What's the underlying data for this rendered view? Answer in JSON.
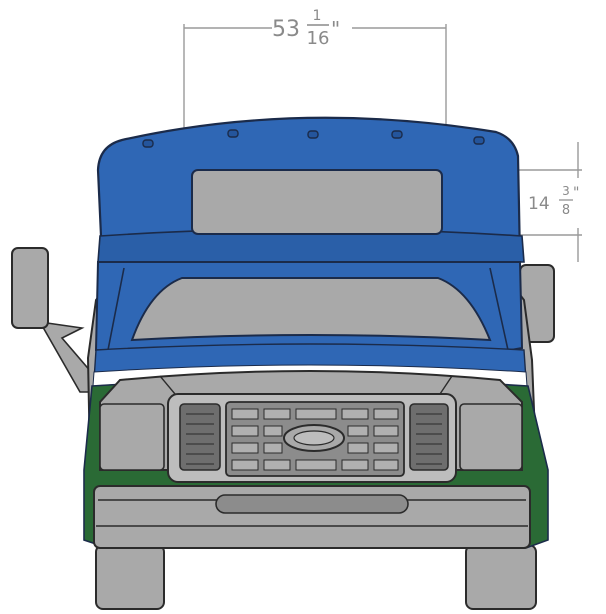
{
  "dimensions": {
    "width": {
      "whole": "53",
      "numerator": "1",
      "denominator": "16",
      "unit": "\""
    },
    "height": {
      "whole": "14",
      "numerator": "3",
      "denominator": "8",
      "unit": "\""
    }
  },
  "colors": {
    "cap_blue": "#2f67b5",
    "cap_blue_dark": "#1f4f94",
    "stripe_green": "#2a6a35",
    "stripe_white": "#ffffff",
    "body_gray": "#a9a9a9",
    "dark_gray": "#7a7a7a",
    "outline": "#2b2b2b",
    "dimension_line": "#9a9a9a"
  }
}
